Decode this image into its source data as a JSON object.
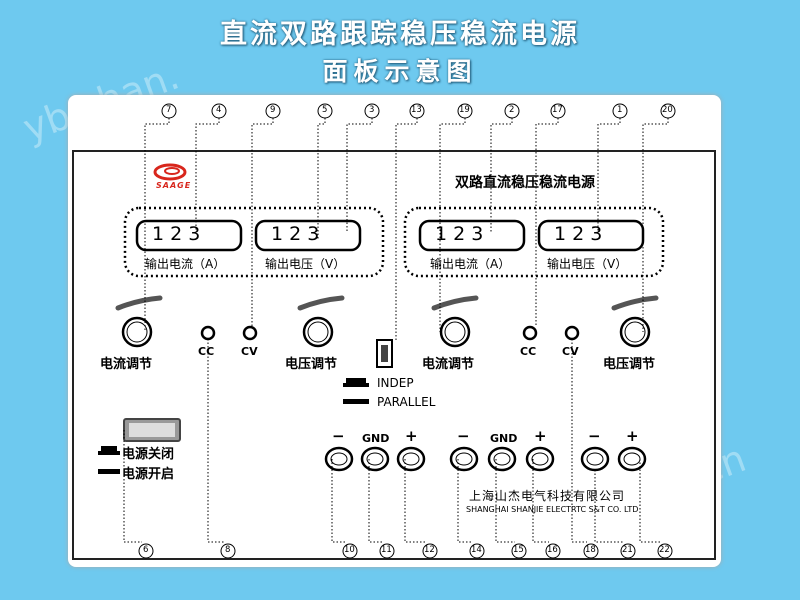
{
  "title_main": "直流双路跟踪稳压稳流电源",
  "title_sub": "面板示意图",
  "panel_title": "双路直流稳压稳流电源",
  "logo_text": "SAAGE",
  "display_value": "1 2 3",
  "disp_labels": [
    "输出电流（A）",
    "输出电压（V）",
    "输出电流（A）",
    "输出电压（V）"
  ],
  "knob_labels": [
    "电流调节",
    "电压调节",
    "电流调节",
    "电压调节"
  ],
  "cc": "CC",
  "cv": "CV",
  "indep": "INDEP",
  "parallel": "PARALLEL",
  "power_off": "电源关闭",
  "power_on": "电源开启",
  "minus": "−",
  "plus": "+",
  "gnd": "GND",
  "company_cn": "上海山杰电气科技有限公司",
  "company_en": "SHANGHAI SHANJIE ELECTRTC S&T CO. LTD",
  "watermark1": "yb.zhan.",
  "watermark2": "zhan.cn",
  "callouts_top": [
    "7",
    "4",
    "9",
    "5",
    "3",
    "13",
    "19",
    "2",
    "17",
    "1",
    "20"
  ],
  "callouts_bottom": [
    "6",
    "8",
    "10",
    "11",
    "12",
    "14",
    "15",
    "16",
    "18",
    "21",
    "22"
  ]
}
